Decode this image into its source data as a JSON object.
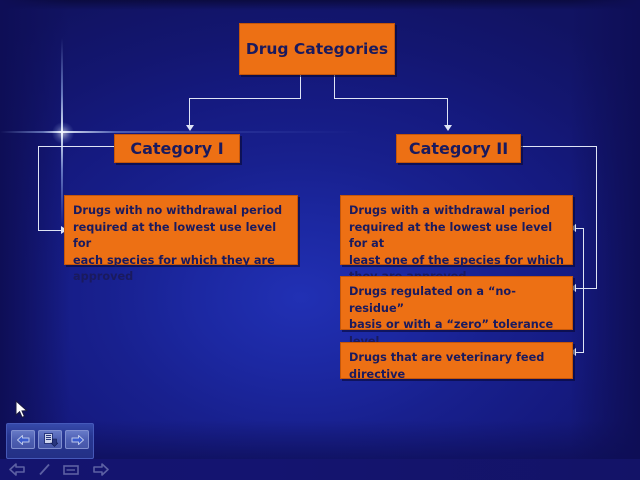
{
  "slide": {
    "title": "Drug Categories",
    "background_color": "#141478",
    "accent_color": "#ED7014",
    "text_color": "#1a1a5e",
    "connector_color": "#dfe4f5"
  },
  "nodes": {
    "root": {
      "label": "Drug\nCategories"
    },
    "category_one": {
      "label": "Category I"
    },
    "category_two": {
      "label": "Category II"
    },
    "cat1_detail": {
      "label": "Drugs with no withdrawal period\nrequired at the lowest use level for\neach species for which they are\napproved"
    },
    "cat2_detail_1": {
      "label": "Drugs with a withdrawal period\nrequired at the lowest use level for at\nleast one of the species for which\nthey are approved"
    },
    "cat2_detail_2": {
      "label": "Drugs regulated on a “no-residue”\nbasis or  with a “zero” tolerance level\nbecause of a carcinogenic concern"
    },
    "cat2_detail_3": {
      "label": "Drugs that are veterinary feed\ndirective"
    }
  },
  "toolbar": {
    "previous_icon": "arrow-left-icon",
    "menu_icon": "slide-menu-icon",
    "next_icon": "arrow-right-icon"
  },
  "statusbar": {
    "back_icon": "arrow-left-icon",
    "pen_icon": "pen-icon",
    "slide_icon": "slide-icon",
    "forward_icon": "arrow-right-icon"
  },
  "pointer": {
    "icon": "mouse-cursor-icon"
  }
}
